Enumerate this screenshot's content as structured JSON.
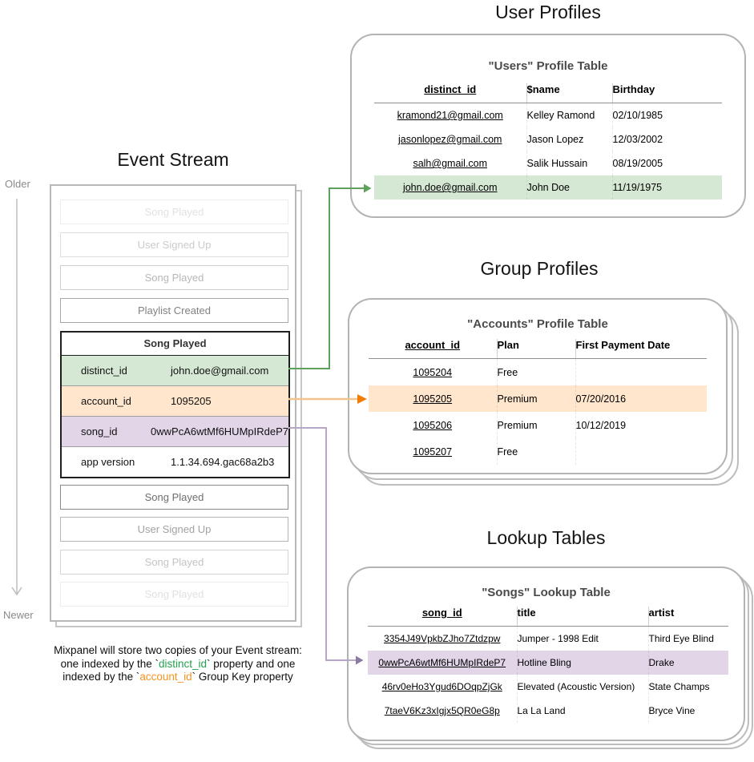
{
  "diagram": {
    "event_stream": {
      "title": "Event Stream",
      "older_label": "Older",
      "newer_label": "Newer",
      "events_older": [
        "Song Played",
        "User Signed Up",
        "Song Played",
        "Playlist Created"
      ],
      "expanded_event": {
        "name": "Song Played",
        "properties": [
          {
            "key": "distinct_id",
            "value": "john.doe@gmail.com"
          },
          {
            "key": "account_id",
            "value": "1095205"
          },
          {
            "key": "song_id",
            "value": "0wwPcA6wtMf6HUMpIRdeP7"
          },
          {
            "key": "app version",
            "value": "1.1.34.694.gac68a2b3"
          }
        ]
      },
      "events_newer": [
        "Song Played",
        "User Signed Up",
        "Song Played",
        "Song Played"
      ]
    },
    "user_profiles": {
      "title": "User Profiles",
      "table_heading": "\"Users\" Profile Table",
      "columns": [
        "distinct_id",
        "$name",
        "Birthday"
      ],
      "rows": [
        [
          "kramond21@gmail.com",
          "Kelley Ramond",
          "02/10/1985"
        ],
        [
          "jasonlopez@gmail.com",
          "Jason Lopez",
          "12/03/2002"
        ],
        [
          "salh@gmail.com",
          "Salik Hussain",
          "08/19/2005"
        ],
        [
          "john.doe@gmail.com",
          "John Doe",
          "11/19/1975"
        ]
      ],
      "highlighted_row": "john.doe@gmail.com"
    },
    "group_profiles": {
      "title": "Group Profiles",
      "table_heading": "\"Accounts\" Profile Table",
      "columns": [
        "account_id",
        "Plan",
        "First Payment Date"
      ],
      "rows": [
        [
          "1095204",
          "Free",
          ""
        ],
        [
          "1095205",
          "Premium",
          "07/20/2016"
        ],
        [
          "1095206",
          "Premium",
          "10/12/2019"
        ],
        [
          "1095207",
          "Free",
          ""
        ]
      ],
      "highlighted_row": "1095205"
    },
    "lookup_tables": {
      "title": "Lookup Tables",
      "table_heading": "\"Songs\" Lookup Table",
      "columns": [
        "song_id",
        "title",
        "artist"
      ],
      "rows": [
        [
          "3354J49VpkbZJho7Ztdzpw",
          "Jumper - 1998 Edit",
          "Third Eye Blind"
        ],
        [
          "0wwPcA6wtMf6HUMpIRdeP7",
          "Hotline Bling",
          "Drake"
        ],
        [
          "46rv0eHo3Ygud6DOqpZjGk",
          "Elevated (Acoustic Version)",
          "State Champs"
        ],
        [
          "7taeV6Kz3xIgjx5QR0eG8p",
          "La La Land",
          "Bryce Vine"
        ]
      ],
      "highlighted_row": "0wwPcA6wtMf6HUMpIRdeP7"
    },
    "caption": {
      "line1": "Mixpanel will store two copies of your Event stream:",
      "line2_prefix": "one indexed by the `",
      "line2_highlight": "distinct_id",
      "line2_suffix": "` property and one",
      "line3_prefix": "indexed by the `",
      "line3_highlight": "account_id",
      "line3_suffix": "` Group Key property"
    },
    "colors": {
      "green_fill": "#d5e8d4",
      "orange_fill": "#ffe6cc",
      "purple_fill": "#e1d5e7",
      "green_arrow": "#5da15b",
      "orange_arrow_line": "#f0c48c",
      "orange_arrow_head": "#f07c04",
      "purple_arrow_line": "#b7a6c8",
      "purple_arrow_head": "#8d7aa0",
      "caption_green": "#22a24b",
      "caption_orange": "#f7941e"
    }
  }
}
